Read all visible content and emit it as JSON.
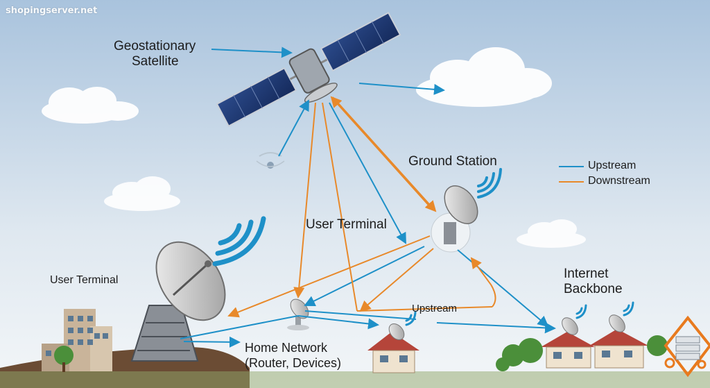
{
  "watermark": "shopingserver.net",
  "labels": {
    "geo_satellite_line1": "Geostationary",
    "geo_satellite_line2": "Satellite",
    "ground_station": "Ground Station",
    "user_terminal_center": "User Terminal",
    "user_terminal_left": "User Terminal",
    "upstream_center": "Upstream",
    "internet_backbone_line1": "Internet",
    "internet_backbone_line2": "Backbone",
    "home_network_line1": "Home Network",
    "home_network_line2": "(Router, Devices)"
  },
  "legend": {
    "items": [
      {
        "label": "Upstream",
        "color": "#1e90c8"
      },
      {
        "label": "Downstream",
        "color": "#e8892a"
      }
    ]
  },
  "colors": {
    "upstream": "#1e90c8",
    "downstream": "#e8892a",
    "sky_top": "#a9c3dd",
    "sky_bottom": "#f3f6f8",
    "roof": "#b5453a",
    "tree": "#4b8f3a",
    "server_outline": "#e87a1e"
  },
  "icons": [
    "satellite-icon",
    "dish-antenna-icon",
    "cloud-icon",
    "wifi-signal-icon",
    "house-icon",
    "building-icon",
    "tree-icon",
    "server-icon",
    "drone-icon"
  ]
}
